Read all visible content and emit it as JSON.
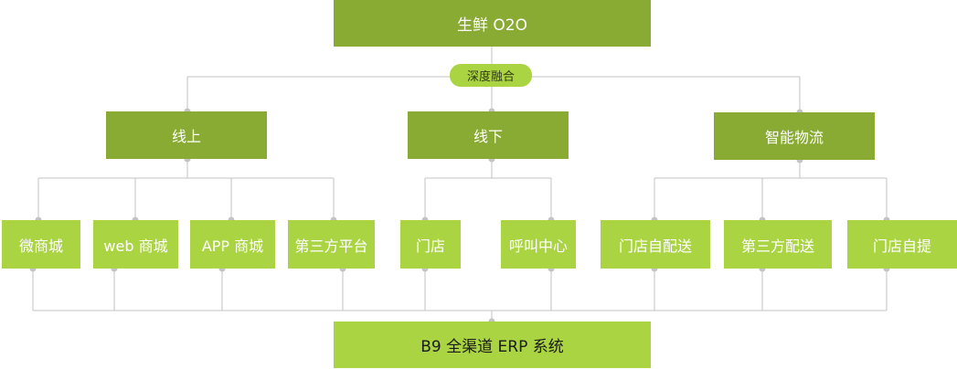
{
  "diagram": {
    "top": {
      "label": "生鲜 O2O"
    },
    "connector": {
      "label": "深度融合"
    },
    "branches": [
      {
        "label": "线上"
      },
      {
        "label": "线下"
      },
      {
        "label": "智能物流"
      }
    ],
    "leaves": [
      {
        "label": "微商城"
      },
      {
        "label": "web 商城"
      },
      {
        "label": "APP 商城"
      },
      {
        "label": "第三方平台"
      },
      {
        "label": "门店"
      },
      {
        "label": "呼叫中心"
      },
      {
        "label": "门店自配送"
      },
      {
        "label": "第三方配送"
      },
      {
        "label": "门店自提"
      }
    ],
    "bottom": {
      "label": "B9 全渠道 ERP 系统"
    }
  },
  "colors": {
    "dark_green": "#89ab33",
    "light_green": "#abd443",
    "connector_line": "#c3c3c3"
  }
}
